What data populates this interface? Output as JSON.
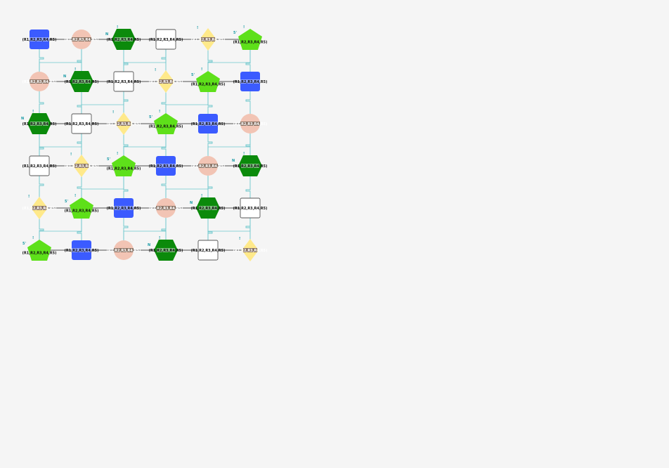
{
  "graph": {
    "node_label": "(R1,R2,R3,R4,R5)",
    "colors": {
      "blue": "#3b5bff",
      "salmon": "#f2c4b4",
      "darkgreen": "#0b8a0b",
      "white": "#ffffff",
      "yellow": "#ffe98a",
      "lime": "#5ee01a",
      "band": "#8a7466",
      "backbone": "#888888",
      "link": "#6cc6cc",
      "tag": "#1a9aa6"
    },
    "grid": [
      [
        "blue",
        "salmon",
        "darkgreen",
        "white",
        "yellow",
        "lime"
      ],
      [
        "salmon",
        "darkgreen",
        "white",
        "yellow",
        "lime",
        "blue"
      ],
      [
        "darkgreen",
        "white",
        "yellow",
        "lime",
        "blue",
        "salmon"
      ],
      [
        "white",
        "yellow",
        "lime",
        "blue",
        "salmon",
        "darkgreen"
      ],
      [
        "yellow",
        "lime",
        "blue",
        "salmon",
        "darkgreen",
        "white"
      ],
      [
        "lime",
        "blue",
        "salmon",
        "darkgreen",
        "white",
        "yellow"
      ]
    ],
    "tags": {
      "darkgreen": "N",
      "lime": "5'",
      "yellow": "!",
      "darkgreen_small": "!",
      "salmon": "!"
    }
  }
}
